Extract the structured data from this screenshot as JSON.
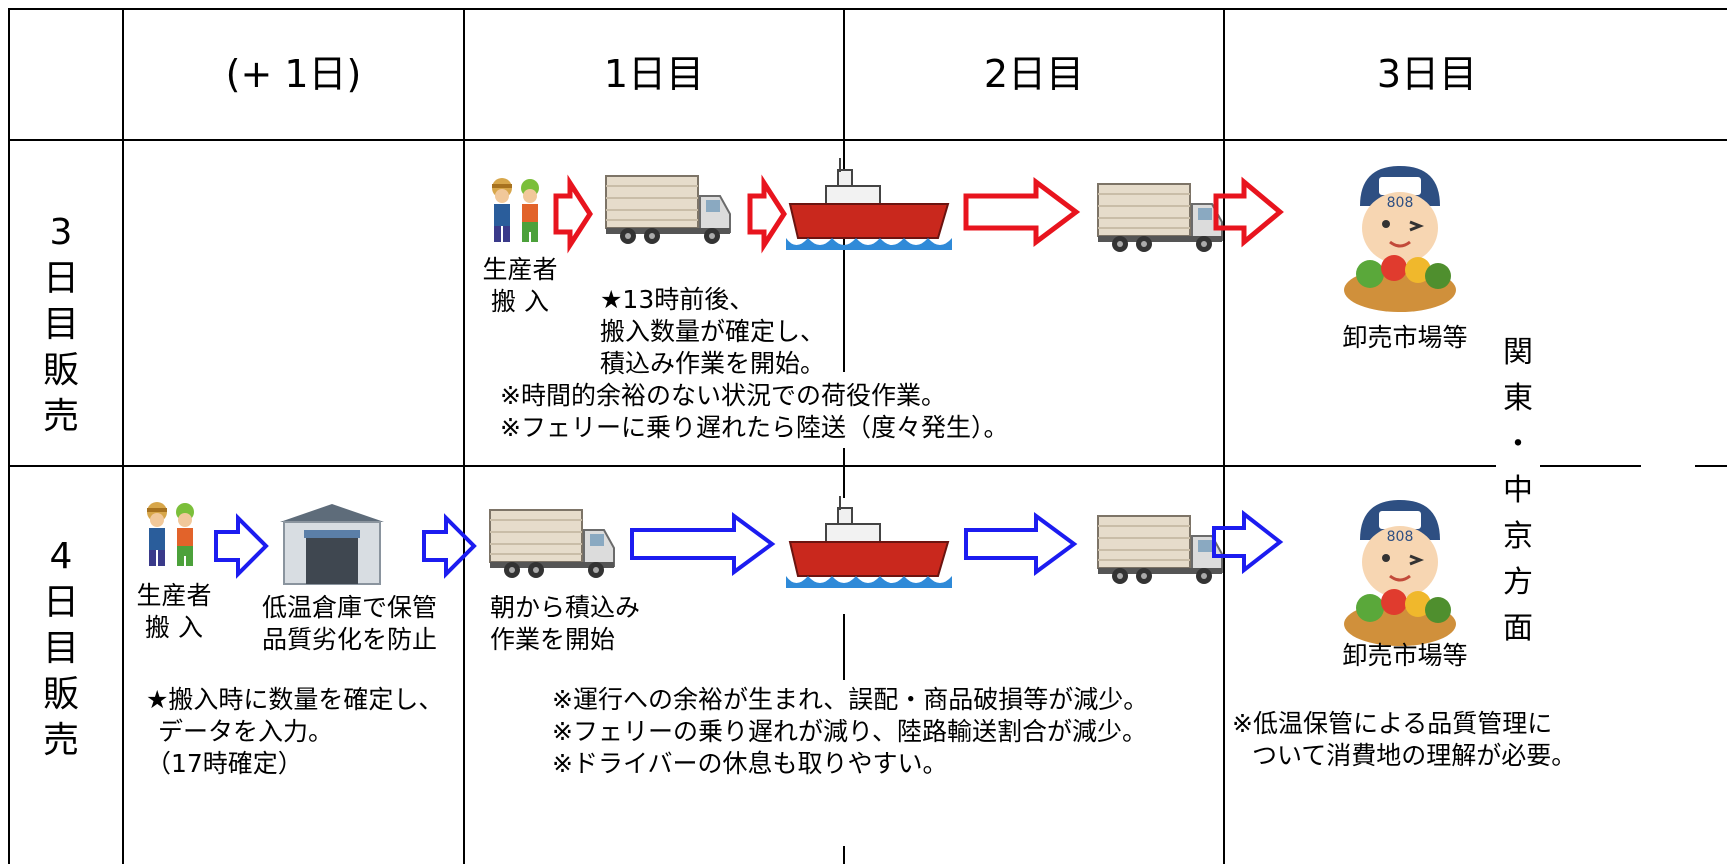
{
  "headers": [
    "(+ 1日)",
    "1日目",
    "2日目",
    "3日目"
  ],
  "rows": [
    {
      "label_chars": [
        "3",
        "日",
        "目",
        "販",
        "売"
      ],
      "producer_label": [
        "生産者",
        "搬 入"
      ],
      "note_star": [
        "★13時前後、",
        "搬入数量が確定し、",
        "積込み作業を開始。"
      ],
      "notes": [
        "※時間的余裕のない状況での荷役作業。",
        "※フェリーに乗り遅れたら陸送（度々発生）。"
      ],
      "market_label": "卸売市場等",
      "market_badge": "808",
      "arrow_color": "#e8141e"
    },
    {
      "label_chars": [
        "4",
        "日",
        "目",
        "販",
        "売"
      ],
      "producer_label": [
        "生産者",
        "搬 入"
      ],
      "warehouse_label": [
        "低温倉庫で保管",
        "品質劣化を防止"
      ],
      "loading_label": [
        "朝から積込み",
        "作業を開始"
      ],
      "note_star": [
        "★搬入時に数量を確定し、",
        "データを入力。",
        "（17時確定）"
      ],
      "notes": [
        "※運行への余裕が生まれ、誤配・商品破損等が減少。",
        "※フェリーの乗り遅れが減り、陸路輸送割合が減少。",
        "※ドライバーの休息も取りやすい。"
      ],
      "consumer_notes": [
        "※低温保管による品質管理に",
        "ついて消費地の理解が必要。"
      ],
      "market_label": "卸売市場等",
      "market_badge": "808",
      "arrow_color": "#1c1cf0"
    }
  ],
  "destination_chars": [
    "関",
    "東",
    "・",
    "中",
    "京",
    "方",
    "面"
  ]
}
